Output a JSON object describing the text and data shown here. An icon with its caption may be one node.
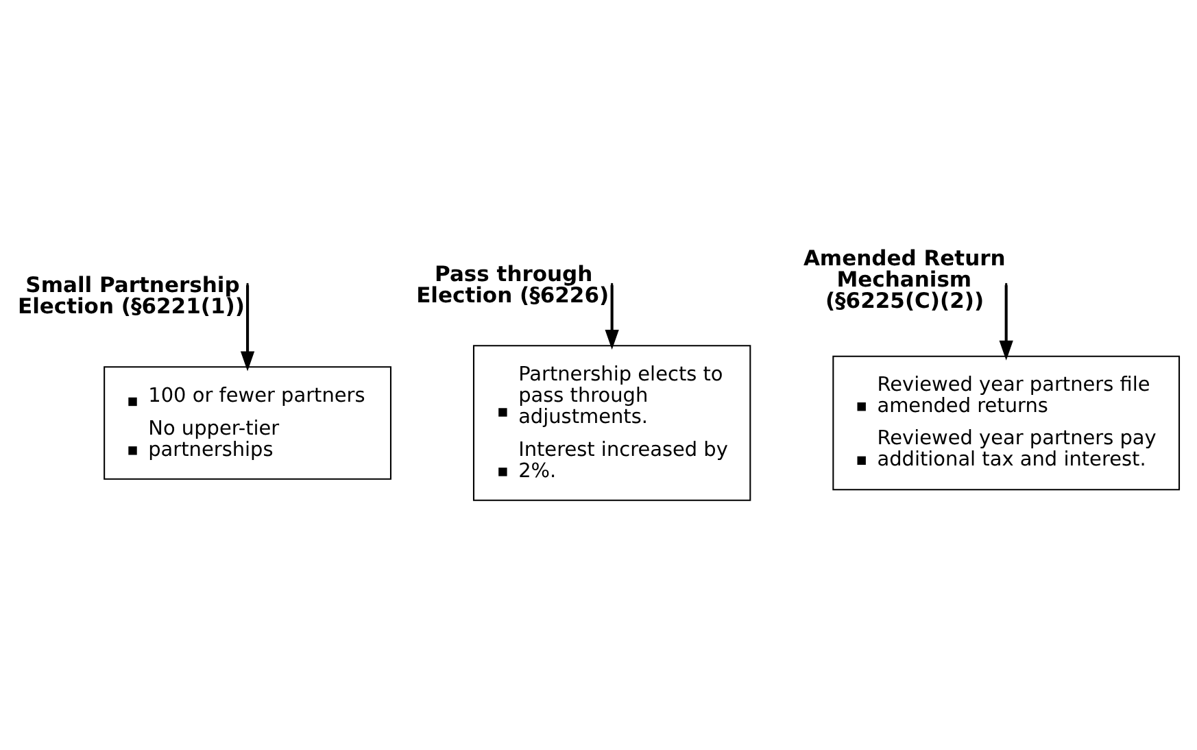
{
  "diagram": {
    "nodes": [
      {
        "text": [
          "100 or fewer partners",
          "No upper-tier partnerships"
        ]
      },
      {
        "text": [
          "Partnership elects to pass through adjustments.",
          "Interest increased by 2%."
        ]
      },
      {
        "text": [
          "Reviewed year partners file amended returns",
          "Reviewed year partners pay additional tax and interest."
        ]
      }
    ],
    "edges": [
      {
        "from": null,
        "to": 0,
        "arrow": "to",
        "label": "Small Partnership Election (§6221(1))"
      },
      {
        "from": null,
        "to": 1,
        "arrow": "to",
        "label": "Pass through Election (§6226)"
      },
      {
        "from": null,
        "to": 2,
        "arrow": "to",
        "label": "Amended Return Mechanism (§6225(C)(2))"
      }
    ]
  }
}
